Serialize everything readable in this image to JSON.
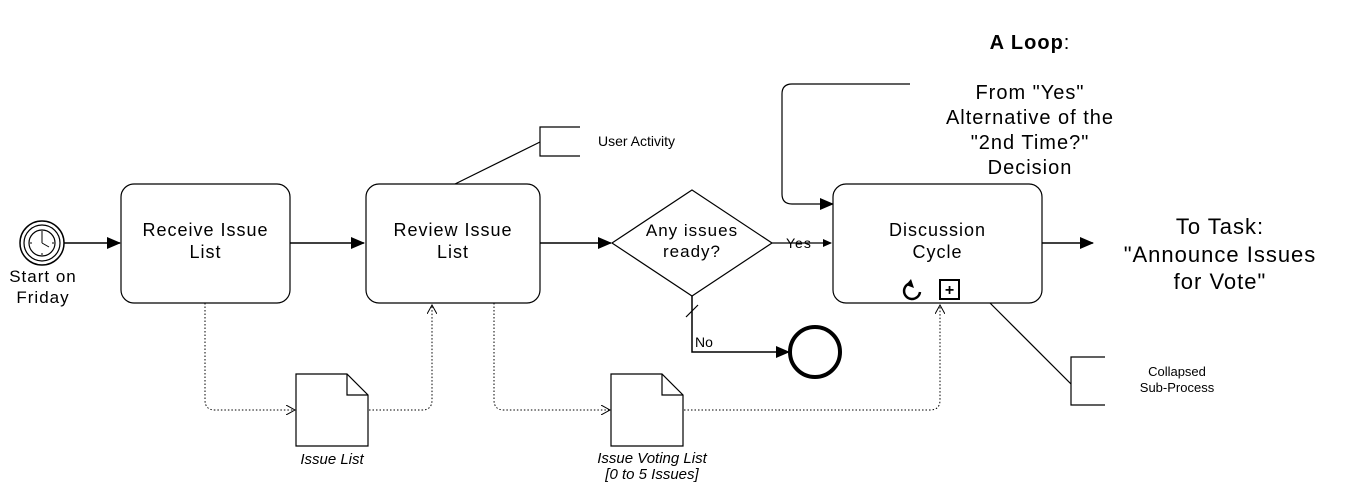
{
  "start_event": {
    "label": "Start on\nFriday",
    "type": "timer"
  },
  "tasks": {
    "receive": "Receive Issue\nList",
    "review": "Review Issue\nList",
    "discussion": "Discussion\nCycle"
  },
  "gateway": {
    "label": "Any issues\nready?",
    "yes_label": "Yes",
    "no_label": "No"
  },
  "data_objects": {
    "issue_list": "Issue List",
    "voting_list": "Issue Voting  List\n[0 to 5 Issues]"
  },
  "annotations": {
    "user_activity": "User Activity",
    "collapsed": "Collapsed\nSub-Process",
    "loop_title": "A Loop",
    "loop_colon": ":",
    "loop_body": "From \"Yes\"\nAlternative of the\n\"2nd Time?\"\nDecision"
  },
  "to_task": "To Task:\n\"Announce Issues\nfor Vote\"",
  "markers": {
    "loop_icon": "loop-icon",
    "expand_icon": "plus-icon",
    "expand_glyph": "+"
  }
}
